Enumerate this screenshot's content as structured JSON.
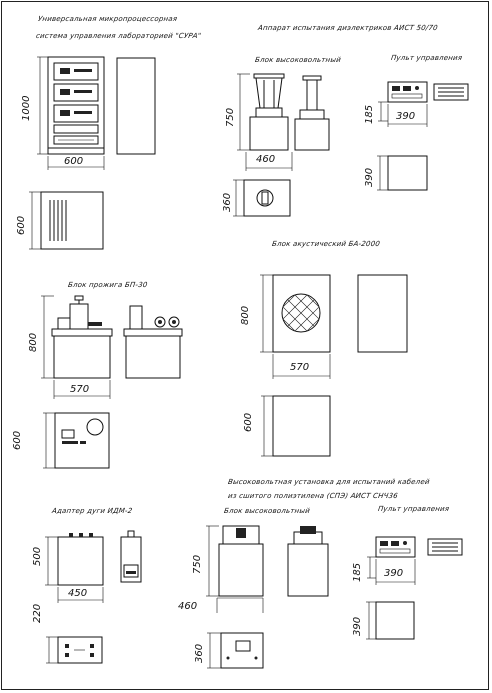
{
  "captions": {
    "sura_line1": "Универсальная микропроцессорная",
    "sura_line2": "система управления лабораторией \"СУРА\"",
    "aisi_title": "Аппарат испытания диэлектриков АИСТ 50/70",
    "hv_block": "Блок высоковольтный",
    "control_panel": "Пульт управления",
    "acoustic_title": "Блок акустический БА-2000",
    "burn_block": "Блок прожига БП-30",
    "hv_install_line1": "Высоковольтная установка для испытаний кабелей",
    "hv_install_line2": "из сшитого полиэтилена (СПЭ) АИСТ СНЧ36",
    "arc_adapter": "Адаптер дуги ИДМ-2",
    "hv_block_2": "Блок высоковольтный",
    "control_panel_2": "Пульт управления"
  },
  "dimensions": {
    "sura_height": "1000",
    "sura_width": "600",
    "sura_depth": "600",
    "aisi_height": "750",
    "aisi_width": "460",
    "aisi_depth": "360",
    "panel_height": "185",
    "panel_width": "390",
    "panel_depth": "390",
    "acoustic_height": "800",
    "acoustic_width": "570",
    "acoustic_depth": "600",
    "burn_height": "800",
    "burn_width": "570",
    "burn_depth": "600",
    "adapter_height": "500",
    "adapter_width": "450",
    "adapter_depth": "220",
    "hv2_height": "750",
    "hv2_width": "460",
    "hv2_depth": "360",
    "panel2_height": "185",
    "panel2_width": "390",
    "panel2_depth": "390"
  }
}
